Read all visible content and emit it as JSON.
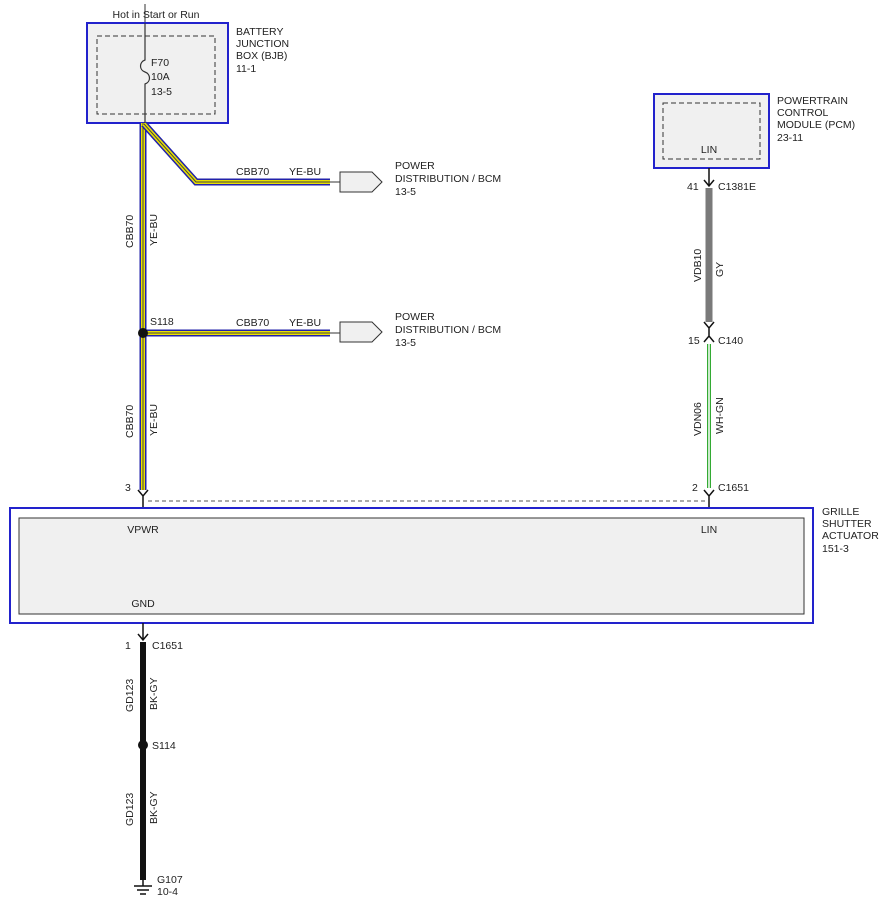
{
  "colors": {
    "module_border": "#2222cc",
    "yellow_wire": "#e8e000",
    "blue_wire": "#2222aa",
    "gray_wire": "#7a7a7a",
    "green_wire": "#33aa33",
    "black_wire": "#111111",
    "module_fill": "#f0f0f0"
  },
  "header": {
    "hot_label": "Hot in Start or Run"
  },
  "bjb": {
    "name": [
      "BATTERY",
      "JUNCTION",
      "BOX (BJB)"
    ],
    "ref": "11-1",
    "fuse_id": "F70",
    "fuse_rating": "10A",
    "fuse_ref": "13-5"
  },
  "pcm": {
    "name": [
      "POWERTRAIN",
      "CONTROL",
      "MODULE (PCM)"
    ],
    "ref": "23-11",
    "pin_label": "LIN"
  },
  "power_dist_1": {
    "circuit": "CBB70",
    "color": "YE-BU",
    "dest": [
      "POWER",
      "DISTRIBUTION / BCM"
    ],
    "ref": "13-5"
  },
  "power_dist_2": {
    "circuit": "CBB70",
    "color": "YE-BU",
    "dest": [
      "POWER",
      "DISTRIBUTION / BCM"
    ],
    "ref": "13-5"
  },
  "splice_s118": "S118",
  "wire_upper_left": {
    "circuit": "CBB70",
    "color": "YE-BU"
  },
  "wire_lower_left": {
    "circuit": "CBB70",
    "color": "YE-BU"
  },
  "pcm_connector": {
    "pin": "41",
    "id": "C1381E"
  },
  "wire_vdb10": {
    "circuit": "VDB10",
    "color": "GY"
  },
  "inline_connector": {
    "pin": "15",
    "id": "C140"
  },
  "wire_vdn06": {
    "circuit": "VDN06",
    "color": "WH-GN"
  },
  "gsa_pin_vpwr": "3",
  "gsa_pin_lin": {
    "pin": "2",
    "id": "C1651"
  },
  "gsa": {
    "name": [
      "GRILLE",
      "SHUTTER",
      "ACTUATOR"
    ],
    "ref": "151-3",
    "vpwr_label": "VPWR",
    "lin_label": "LIN",
    "gnd_label": "GND"
  },
  "gnd_connector": {
    "pin": "1",
    "id": "C1651"
  },
  "wire_gd123_upper": {
    "circuit": "GD123",
    "color": "BK-GY"
  },
  "splice_s114": "S114",
  "wire_gd123_lower": {
    "circuit": "GD123",
    "color": "BK-GY"
  },
  "ground": {
    "id": "G107",
    "ref": "10-4"
  }
}
